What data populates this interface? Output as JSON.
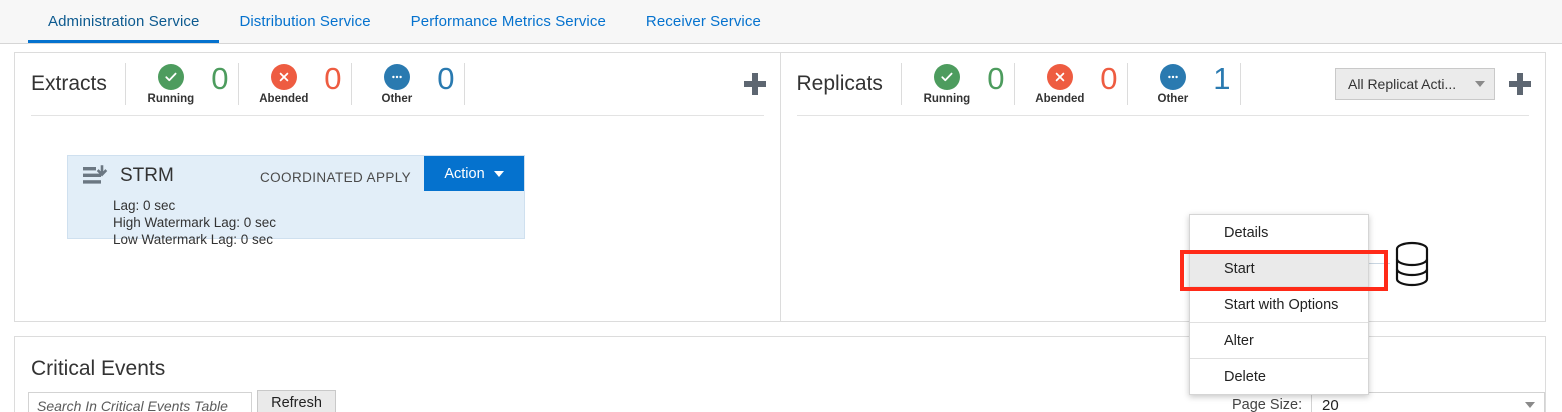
{
  "tabs": [
    {
      "label": "Administration Service",
      "active": true
    },
    {
      "label": "Distribution Service",
      "active": false
    },
    {
      "label": "Performance Metrics Service",
      "active": false
    },
    {
      "label": "Receiver Service",
      "active": false
    }
  ],
  "extracts": {
    "title": "Extracts",
    "stats": [
      {
        "label": "Running",
        "count": "0",
        "icon": "check-circle-icon",
        "color": "#4d9c5e"
      },
      {
        "label": "Abended",
        "count": "0",
        "icon": "x-circle-icon",
        "color": "#ee5c41"
      },
      {
        "label": "Other",
        "count": "0",
        "icon": "ellipsis-circle-icon",
        "color": "#2a7ab0"
      }
    ],
    "add_icon": "plus-icon"
  },
  "replicats": {
    "title": "Replicats",
    "stats": [
      {
        "label": "Running",
        "count": "0",
        "icon": "check-circle-icon",
        "color": "#4d9c5e"
      },
      {
        "label": "Abended",
        "count": "0",
        "icon": "x-circle-icon",
        "color": "#ee5c41"
      },
      {
        "label": "Other",
        "count": "1",
        "icon": "ellipsis-circle-icon",
        "color": "#2a7ab0"
      }
    ],
    "all_actions_label": "All Replicat Acti...",
    "all_actions_caret": "chevron-down-icon",
    "add_icon": "plus-icon",
    "card": {
      "icon": "replicat-icon",
      "name": "STRM",
      "type": "COORDINATED APPLY",
      "action_label": "Action",
      "action_caret": "caret-down-icon",
      "lag": "Lag: 0 sec",
      "high_watermark": "High Watermark Lag: 0 sec",
      "low_watermark": "Low Watermark Lag: 0 sec"
    },
    "target_icon": "database-icon",
    "source_icon": "yellow-circle-icon"
  },
  "action_menu": {
    "items": [
      {
        "label": "Details",
        "highlighted": false
      },
      {
        "label": "Start",
        "highlighted": true
      },
      {
        "label": "Start with Options",
        "highlighted": false
      },
      {
        "label": "Alter",
        "highlighted": false
      },
      {
        "label": "Delete",
        "highlighted": false
      }
    ],
    "highlight_color": "#ff2a18"
  },
  "critical_events": {
    "title": "Critical Events",
    "search_placeholder": "Search In Critical Events Table",
    "refresh_label": "Refresh",
    "page_size_label": "Page Size:",
    "page_size_value": "20",
    "page_size_caret": "chevron-down-icon"
  },
  "theme": {
    "accent": "#0572ce",
    "card_bg": "#e2eef8"
  }
}
